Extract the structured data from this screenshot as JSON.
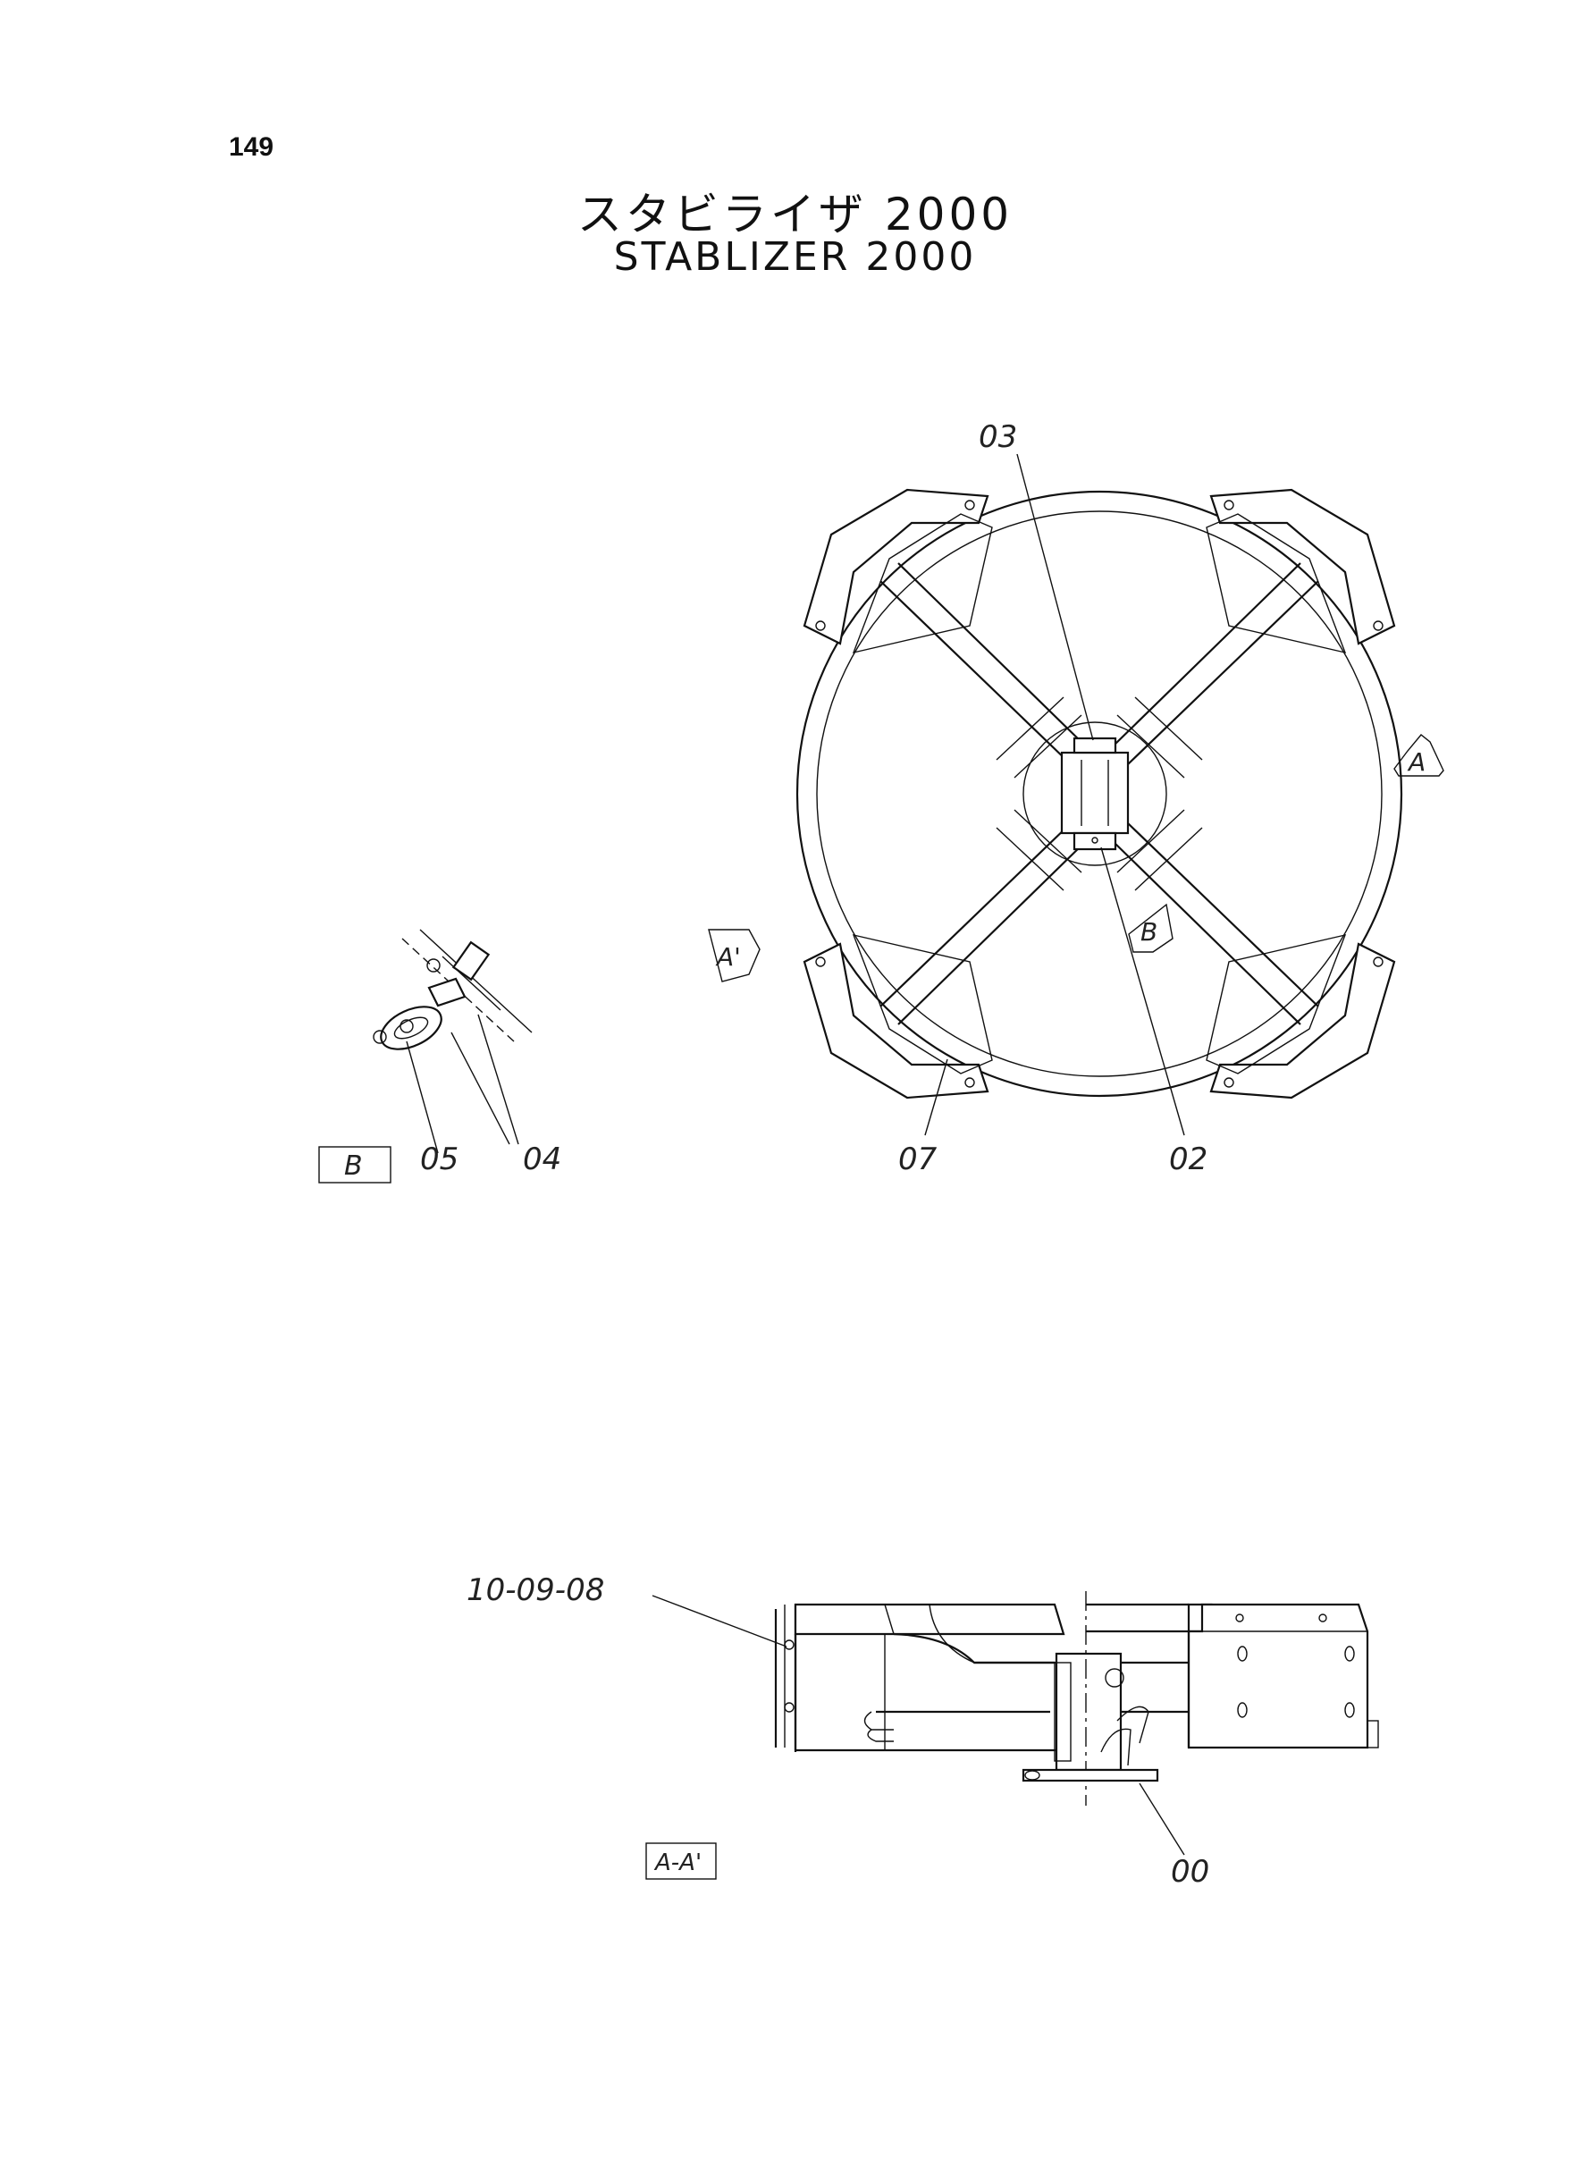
{
  "page_number": "149",
  "title_jp": "スタビライザ 2000",
  "title_en": "STABLIZER 2000",
  "callouts": {
    "c03": "03",
    "c02": "02",
    "c07": "07",
    "c05": "05",
    "c04": "04",
    "c00": "00",
    "c100908": "10-09-08"
  },
  "view_markers": {
    "a": "A",
    "a_prime": "A'",
    "b": "B"
  },
  "view_labels": {
    "b_box": "B",
    "aa_box": "A-A'"
  }
}
